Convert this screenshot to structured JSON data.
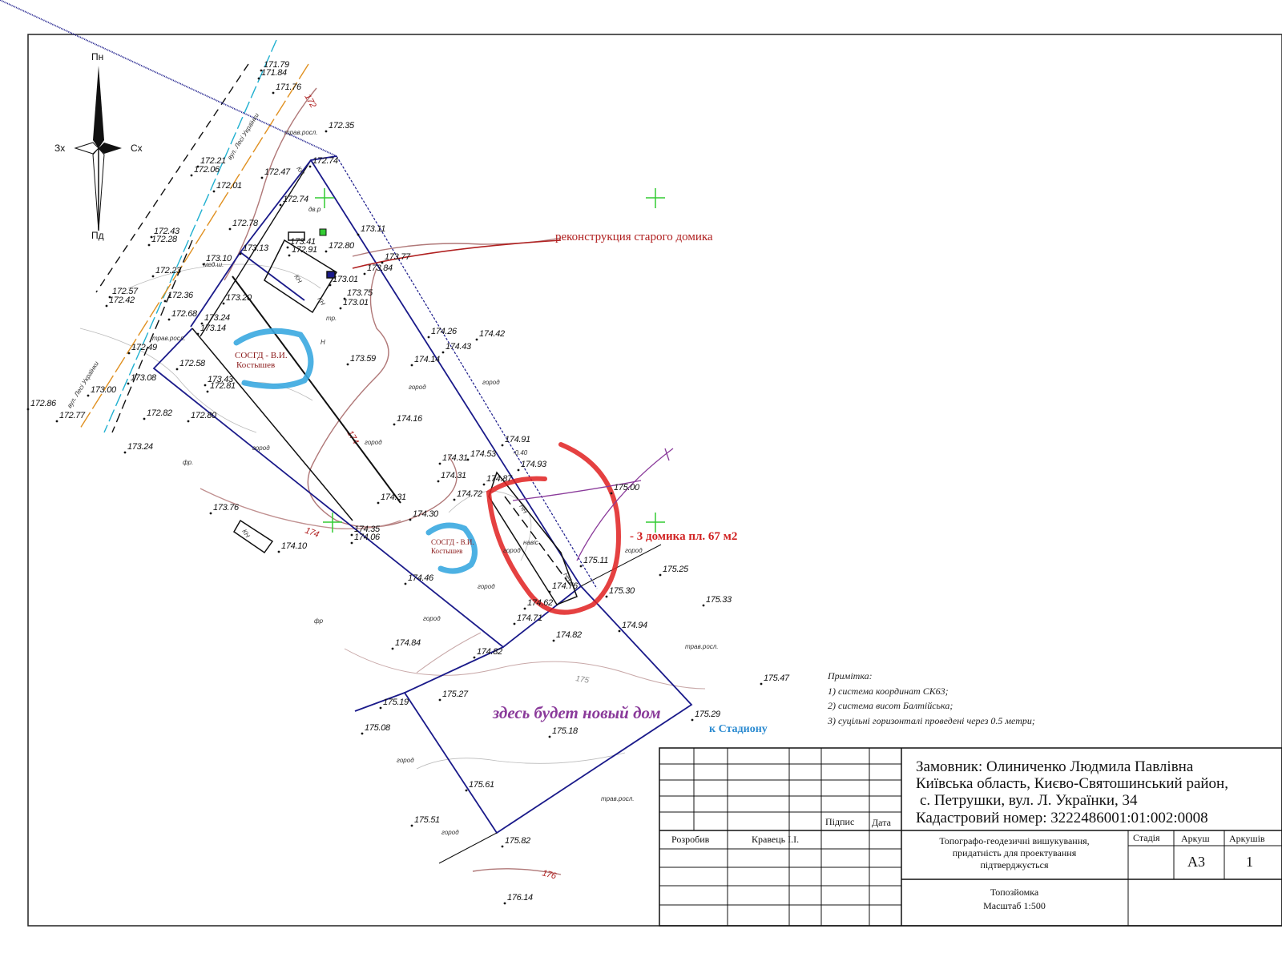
{
  "compass": {
    "north": "Пн",
    "south": "Пд",
    "west": "Зх",
    "east": "Сх"
  },
  "elevations": [
    "171.79",
    "171.84",
    "171.76",
    "172.35",
    "172.74",
    "172.21",
    "172.06",
    "172.47",
    "172.01",
    "172.74",
    "173.11",
    "172.78",
    "173.13",
    "173.41",
    "172.91",
    "172.80",
    "173.77",
    "173.84",
    "172.43",
    "172.28",
    "173.10",
    "172.23",
    "173.01",
    "173.75",
    "173.01",
    "172.57",
    "172.42",
    "172.36",
    "173.20",
    "172.68",
    "173.24",
    "173.14",
    "174.26",
    "174.42",
    "174.43",
    "174.14",
    "172.49",
    "173.59",
    "172.58",
    "173.43",
    "172.81",
    "173.08",
    "173.00",
    "172.86",
    "172.77",
    "172.82",
    "172.80",
    "174.16",
    "173.24",
    "174.91",
    "174.31",
    "174.53",
    "174.93",
    "174.31",
    "174.87",
    "175.00",
    "174.72",
    "174.31",
    "174.30",
    "173.76",
    "174.35",
    "174.06",
    "174.10",
    "175.11",
    "175.25",
    "174.46",
    "174.76",
    "175.30",
    "175.33",
    "174.62",
    "174.71",
    "174.82",
    "174.94",
    "174.84",
    "174.82",
    "175.47",
    "175.27",
    "175.19",
    "175.29",
    "175.08",
    "175.18",
    "175.61",
    "175.51",
    "175.82",
    "176.14"
  ],
  "contour_labels": [
    "172",
    "174",
    "174",
    "175",
    "176"
  ],
  "map_labels": {
    "street_1": "вул. Лесі Українки",
    "street_2": "вул. Лесі Українки",
    "grass_1": "трав.росл.",
    "grass_2": "трав.росл.",
    "grass_3": "трав.росл.",
    "grass_4": "трав.росл.",
    "garden_1": "город",
    "garden_2": "город",
    "garden_3": "город",
    "garden_4": "город",
    "garden_5": "город",
    "garden_6": "город",
    "garden_7": "город",
    "garden_8": "город",
    "garden_9": "город",
    "garden_10": "город",
    "fr_1": "фр.",
    "fr_2": "фр",
    "kn_1": "КН",
    "kn_2": "КН",
    "kn_3": "КН",
    "kn_4": "КН",
    "nh_1": "НН",
    "nh_2": "НН",
    "nh_3": "Н",
    "navis": "навіс",
    "tr": "тр.",
    "dvr": "дв.р",
    "meta": "мед.ш."
  },
  "annotations": {
    "reconstruction": "реконструкция старого домика",
    "houses": "- 3 домика пл. 67 м2",
    "new_house": "здесь будет новый дом",
    "stadium": "к Стадиону",
    "cosgd_1_line1": "СОСГД - В.И.",
    "cosgd_1_line2": "Костышев",
    "cosgd_2_line1": "СОСГД - В.И.",
    "cosgd_2_line2": "Костышев",
    "small_1": "-0.40"
  },
  "notes": {
    "title": "Примітка:",
    "line1": "1) система координат СК63;",
    "line2": "2) система висот Балтійська;",
    "line3": "3) суцільні горизонталі проведені через 0.5 метри;"
  },
  "title_block": {
    "customer_line1": "Замовник: Олиниченко Людмила Павлівна",
    "customer_line2": "Київська область, Києво-Святошинський район,",
    "customer_line3": "с. Петрушки, вул. Л. Українки, 34",
    "customer_line4": "Кадастровий номер: 3222486001:01:002:0008",
    "sign_label": "Підпис",
    "date_label": "Дата",
    "developed_label": "Розробив",
    "developer": "Кравець І.І.",
    "work_line1": "Топографо-геодезичні вишукування,",
    "work_line2": "придатність для проектування",
    "work_line3": "підтверджується",
    "stage_label": "Стадія",
    "sheet_label": "Аркуш",
    "sheets_label": "Аркушів",
    "format": "А3",
    "sheets_count": "1",
    "doc_title": "Топозйомка",
    "scale": "Масштаб 1:500"
  },
  "colors": {
    "boundary": "#1a1a8a",
    "contour": "#b07878",
    "road_blue": "#20b0d0",
    "road_orange": "#e09020",
    "cross": "#33cc33",
    "red_mark": "#e02020",
    "blue_mark": "#3aa8e0",
    "purple_mark": "#8a3a9a"
  }
}
